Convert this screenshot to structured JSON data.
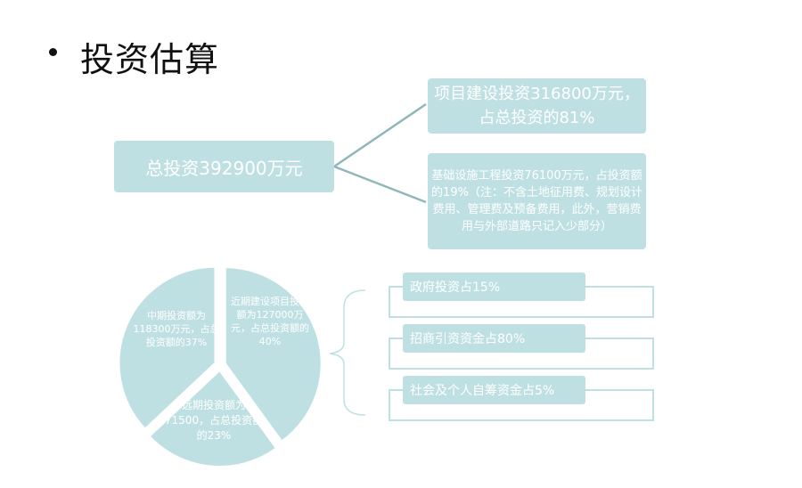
{
  "page": {
    "title": "投资估算"
  },
  "total": {
    "text": "总投资392900万元"
  },
  "project": {
    "text": "项目建设投资316800万元，占总投资的81%"
  },
  "infrastructure": {
    "text": "基础设施工程投资76100万元，占投资额的19%（注：不含土地征用费、规划设计费用、管理费及预备费用，此外，营销费用与外部道路只记入少部分）"
  },
  "chart_data": {
    "type": "pie",
    "slices": [
      {
        "label": "近期建设项目投资额为127000万元，占总投资额的40%",
        "value": 40
      },
      {
        "label": "远期投资额为71500，占总投资额的23%",
        "value": 23
      },
      {
        "label": "中期投资额为118300万元，占总投资额的37%",
        "value": 37
      }
    ],
    "colors": {
      "fill": "#bfe0e3",
      "separator": "#ffffff"
    }
  },
  "funding": [
    {
      "text": "政府投资占15%"
    },
    {
      "text": "招商引资资金占80%"
    },
    {
      "text": "社会及个人自筹资金占5%"
    }
  ],
  "colors": {
    "accent": "#bfe0e3",
    "connector": "#8fb7b9",
    "text_dark": "#111111"
  }
}
